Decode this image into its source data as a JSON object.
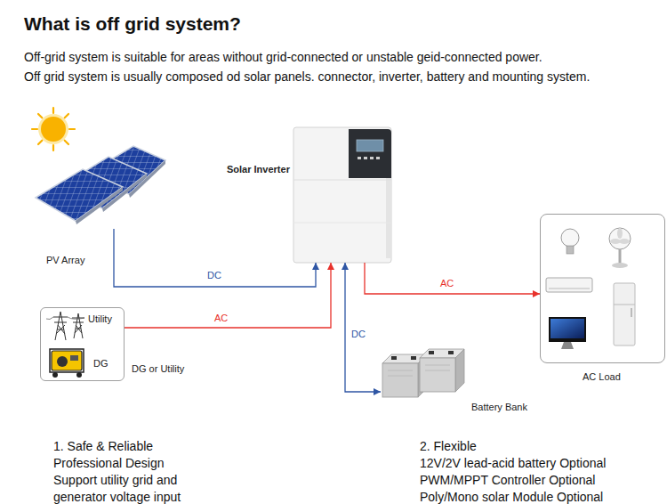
{
  "diagram": {
    "title": "What is off grid system?",
    "nodes": [
      {
        "text": [
          "Solar Inverter"
        ]
      },
      {
        "text": [
          "PV Array"
        ]
      },
      {
        "text": [
          "AC Load"
        ]
      },
      {
        "text": [
          "Utility",
          "DG",
          "DG or Utility"
        ]
      },
      {
        "text": [
          "Battery Bank"
        ]
      }
    ],
    "edges": [
      {
        "from": 1,
        "to": 0,
        "arrow": "to",
        "label": "DC"
      },
      {
        "from": 3,
        "to": 0,
        "arrow": "to",
        "label": "AC"
      },
      {
        "from": 0,
        "to": 4,
        "arrow": "both",
        "label": "DC"
      },
      {
        "from": 0,
        "to": 2,
        "arrow": "to",
        "label": "AC"
      }
    ],
    "labels": [
      "Off-grid system is suitable for areas without grid-connected or unstable geid-connected power.",
      "Off grid system is usually composed od solar panels. connector, inverter, battery and mounting system.",
      "1. Safe & Reliable",
      "Professional Design",
      "Support utility grid and generator voltage input",
      "2. Flexible",
      "12V/2V lead-acid battery Optional",
      "PWM/MPPT Controller Optional",
      "Poly/Mono solar Module Optional"
    ]
  }
}
